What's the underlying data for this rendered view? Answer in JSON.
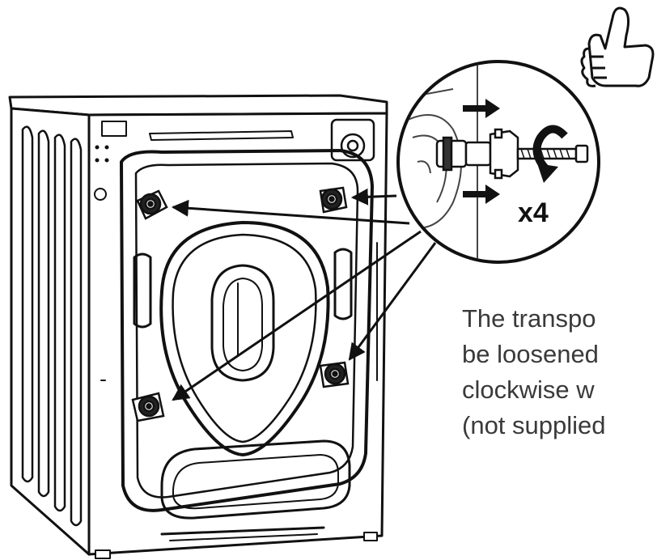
{
  "callout": {
    "count_label": "x4"
  },
  "instruction": {
    "lines": [
      "The transpo",
      "be loosened",
      "clockwise w",
      "(not supplied"
    ]
  },
  "icons": {
    "approval": "thumbs-up-icon",
    "rotation": "counterclockwise-arrow-icon"
  },
  "colors": {
    "line": "#111111",
    "text": "#3a3a3a",
    "background": "#ffffff"
  }
}
